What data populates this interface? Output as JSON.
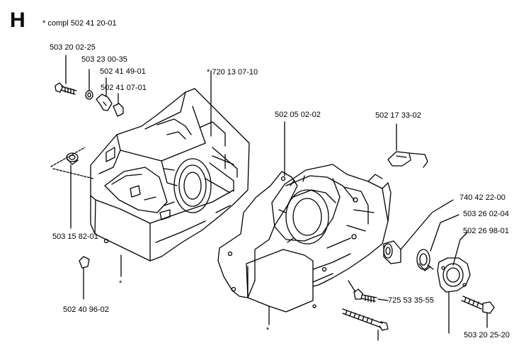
{
  "sheet": {
    "letter": "H",
    "kit_note": "* compl 502 41 20-01"
  },
  "parts": {
    "screw_top_left": "503 20 02-25",
    "washer_top_left": "503 23 00-35",
    "clamp_top_left": "502 41 49-01",
    "sleeve_top_left": "502 41 07-01",
    "crankcase_left_star": "* 720 13 07-10",
    "bushing_left": "503 15 82-01",
    "plug_bottom_left": "502 40 96-02",
    "crankcase_right_label": "502 05 02-02",
    "spring_clip": "502 17 33-02",
    "seal_ring": "740 42 22-00",
    "bearing_washer": "503 26 02-04",
    "oil_seal": "502 26 98-01",
    "screw_mid": "725 53 35-55",
    "screw_bottom_right": "503 20 25-20"
  },
  "markers": {
    "star": "*"
  }
}
